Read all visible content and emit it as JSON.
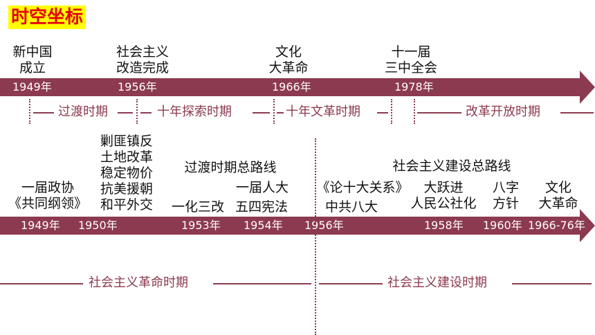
{
  "title": "时空坐标",
  "top": {
    "events": [
      {
        "lines": [
          "新中国",
          "成立"
        ]
      },
      {
        "lines": [
          "社会主义",
          "改造完成"
        ]
      },
      {
        "lines": [
          "文化",
          "大革命"
        ]
      },
      {
        "lines": [
          "十一届",
          "三中全会"
        ]
      }
    ],
    "years": [
      "1949年",
      "1956年",
      "1966年",
      "1978年"
    ],
    "periods": [
      "过渡时期",
      "十年探索时期",
      "十年文革时期",
      "改革开放时期"
    ]
  },
  "bottom": {
    "events": [
      {
        "lines": [
          "一届政协",
          "《共同纲领》"
        ]
      },
      {
        "lines": [
          "剿匪镇反",
          "土地改革",
          "稳定物价",
          "抗美援朝",
          "和平外交"
        ]
      },
      {
        "lines": [
          "过渡时期总路线"
        ]
      },
      {
        "lines": [
          "一届人大"
        ]
      },
      {
        "lines": [
          "一化三改"
        ]
      },
      {
        "lines": [
          "五四宪法"
        ]
      },
      {
        "lines": [
          "社会主义建设总路线"
        ]
      },
      {
        "lines": [
          "《论十大关系》"
        ]
      },
      {
        "lines": [
          "中共八大"
        ]
      },
      {
        "lines": [
          "大跃进",
          "人民公社化"
        ]
      },
      {
        "lines": [
          "八字",
          "方针"
        ]
      },
      {
        "lines": [
          "文化",
          "大革命"
        ]
      }
    ],
    "years": [
      "1949年",
      "1950年",
      "1953年",
      "1954年",
      "1956年",
      "1958年",
      "1960年",
      "1966-76年"
    ],
    "periods": [
      "社会主义革命时期",
      "社会主义建设时期"
    ]
  },
  "colors": {
    "bar": "#8c3a4f",
    "title_bg": "#ffff00",
    "title_text": "#e3000f"
  }
}
